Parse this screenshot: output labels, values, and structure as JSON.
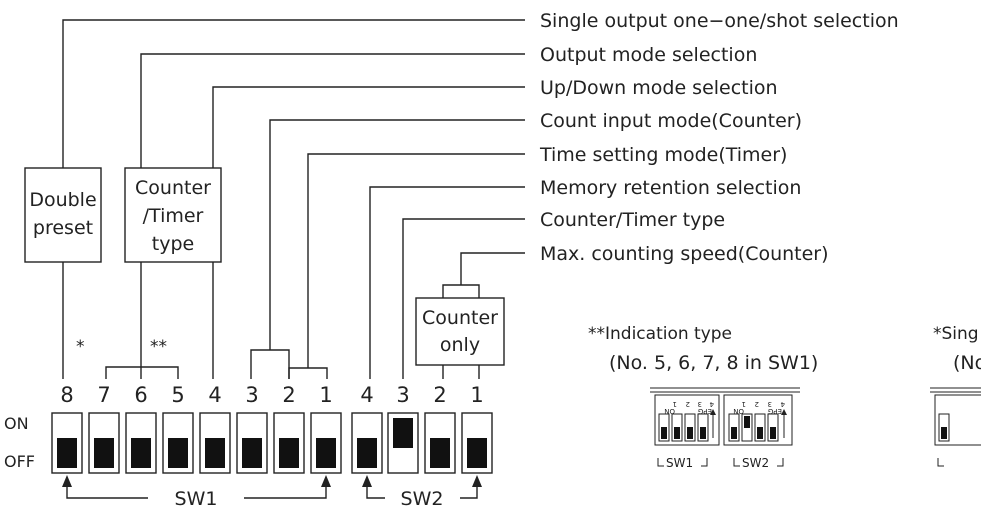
{
  "labels": [
    "Single output one−one/shot selection",
    "Output mode selection",
    "Up/Down mode selection",
    "Count input mode(Counter)",
    "Time setting mode(Timer)",
    "Memory retention selection",
    "Counter/Timer type",
    "Max. counting speed(Counter)"
  ],
  "boxes": {
    "double_preset": [
      "Double",
      "preset"
    ],
    "counter_timer_type": [
      "Counter",
      "/Timer",
      "type"
    ],
    "counter_only": [
      "Counter",
      "only"
    ]
  },
  "marks": {
    "single": "*",
    "double": "**"
  },
  "on_label": "ON",
  "off_label": "OFF",
  "sw1": {
    "name": "SW1",
    "numbers": [
      "8",
      "7",
      "6",
      "5",
      "4",
      "3",
      "2",
      "1"
    ],
    "positions": [
      "off",
      "off",
      "off",
      "off",
      "off",
      "off",
      "off",
      "off"
    ]
  },
  "sw2": {
    "name": "SW2",
    "numbers": [
      "4",
      "3",
      "2",
      "1"
    ],
    "positions": [
      "off",
      "on",
      "off",
      "off"
    ]
  },
  "indication": {
    "title": "**Indication type",
    "subtitle": "(No. 5, 6, 7,  8 in SW1)",
    "sw1_label": "SW1",
    "sw2_label": "SW2",
    "sw1_pins": [
      "4",
      "3",
      "2",
      "1"
    ],
    "sw2_pins": [
      "4",
      "3",
      "2",
      "1"
    ],
    "epg": "EPG",
    "on": "ON"
  },
  "single_indication": {
    "title": "*Sing",
    "subtitle": "(No"
  }
}
